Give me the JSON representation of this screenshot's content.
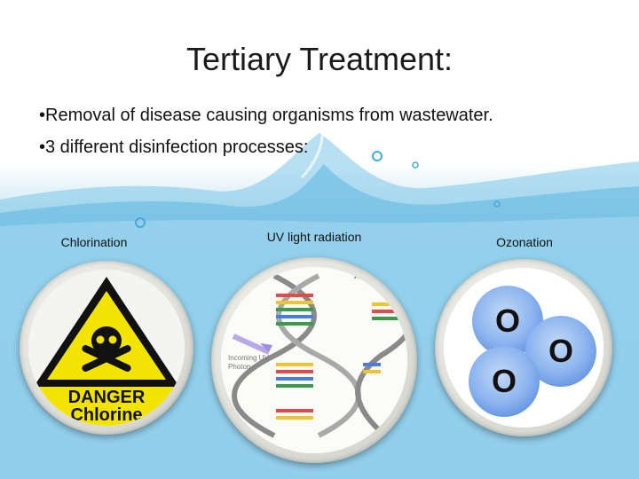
{
  "slide": {
    "title": "Tertiary Treatment:",
    "bullets": [
      "•Removal of disease causing organisms from wastewater.",
      "•3 different disinfection processes:"
    ]
  },
  "processes": [
    {
      "label": "Chlorination",
      "sign_top": "DANGER",
      "sign_bottom": "Chlorine"
    },
    {
      "label": "UV light radiation",
      "annotation": "Incoming UV Photon",
      "corner_text": "Alt"
    },
    {
      "label": "Ozonation",
      "molecule_letter": "O"
    }
  ],
  "colors": {
    "water": "#8fd0ec",
    "warning_yellow": "#f2e400",
    "ozone_blue": "#6aa0e6"
  }
}
